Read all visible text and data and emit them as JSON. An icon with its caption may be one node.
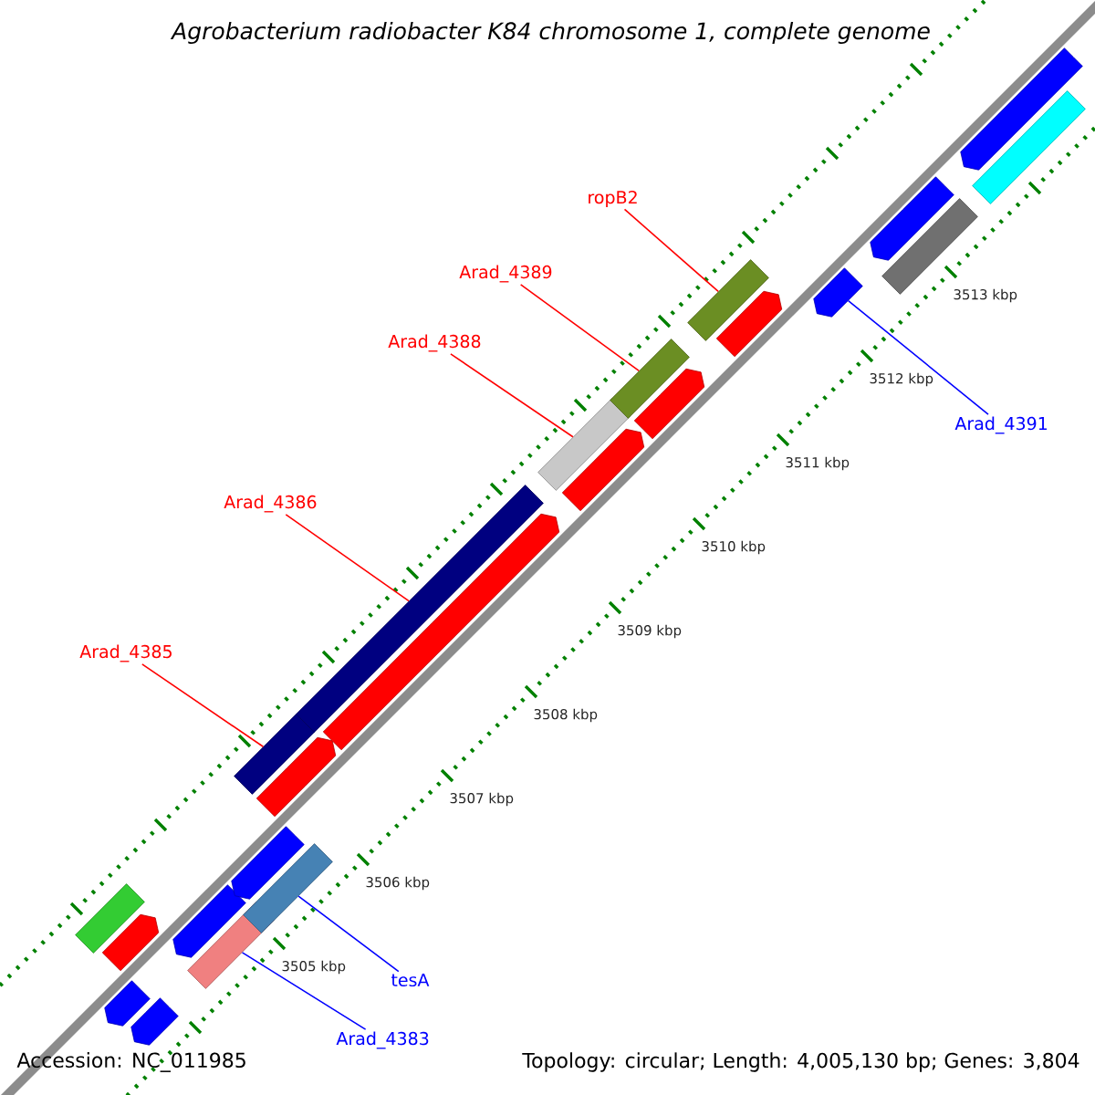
{
  "diagram": {
    "title": "Agrobacterium radiobacter K84 chromosome 1, complete genome",
    "nodes": [
      {
        "text": [
          "ropB2"
        ]
      },
      {
        "text": [
          "Arad_4389"
        ]
      },
      {
        "text": [
          "Arad_4388"
        ]
      },
      {
        "text": [
          "Arad_4391"
        ]
      },
      {
        "text": [
          "Arad_4386"
        ]
      },
      {
        "text": [
          "Arad_4385"
        ]
      },
      {
        "text": [
          "tesA"
        ]
      },
      {
        "text": [
          "Arad_4383"
        ]
      },
      {
        "text": [],
        "shape": "pentagon"
      },
      {
        "text": [],
        "shape": "pentagon"
      },
      {
        "text": [],
        "shape": "bar"
      },
      {
        "text": [],
        "shape": "pentagon"
      },
      {
        "text": [],
        "shape": "bar"
      },
      {
        "text": [],
        "shape": "pentagon"
      },
      {
        "text": [],
        "shape": "bar"
      },
      {
        "text": [],
        "shape": "pentagon"
      },
      {
        "text": [],
        "shape": "pentagon"
      },
      {
        "text": [],
        "shape": "bar"
      },
      {
        "text": [],
        "shape": "bar"
      },
      {
        "text": [],
        "shape": "pentagon"
      },
      {
        "text": [],
        "shape": "pentagon"
      },
      {
        "text": [],
        "shape": "bar"
      },
      {
        "text": [],
        "shape": "pentagon"
      },
      {
        "text": [],
        "shape": "bar"
      },
      {
        "text": [],
        "shape": "bar"
      },
      {
        "text": [],
        "shape": "pentagon"
      },
      {
        "text": [],
        "shape": "pentagon"
      },
      {
        "text": [],
        "shape": "bar"
      },
      {
        "text": [],
        "shape": "pentagon"
      },
      {
        "text": [],
        "shape": "bar"
      },
      {
        "text": [],
        "shape": "pentagon"
      }
    ],
    "edges": [
      {
        "from": 0,
        "to": 24,
        "arrow": "none"
      },
      {
        "from": 1,
        "to": 23,
        "arrow": "none"
      },
      {
        "from": 2,
        "to": 21,
        "arrow": "none"
      },
      {
        "from": 3,
        "to": 26,
        "arrow": "none",
        "color": "#0000ff"
      },
      {
        "from": 4,
        "to": 18,
        "arrow": "none"
      },
      {
        "from": 5,
        "to": 17,
        "arrow": "none"
      },
      {
        "from": 6,
        "to": 14,
        "arrow": "none",
        "color": "#0000ff"
      },
      {
        "from": 7,
        "to": 12,
        "arrow": "none",
        "color": "#0000ff"
      }
    ],
    "labels": [
      "3513 kbp",
      "3512 kbp",
      "3511 kbp",
      "3510 kbp",
      "3509 kbp",
      "3508 kbp",
      "3507 kbp",
      "3506 kbp",
      "3505 kbp",
      "Accession: NC_011985",
      "Topology: circular; Length: 4,005,130 bp; Genes: 3,804"
    ]
  }
}
